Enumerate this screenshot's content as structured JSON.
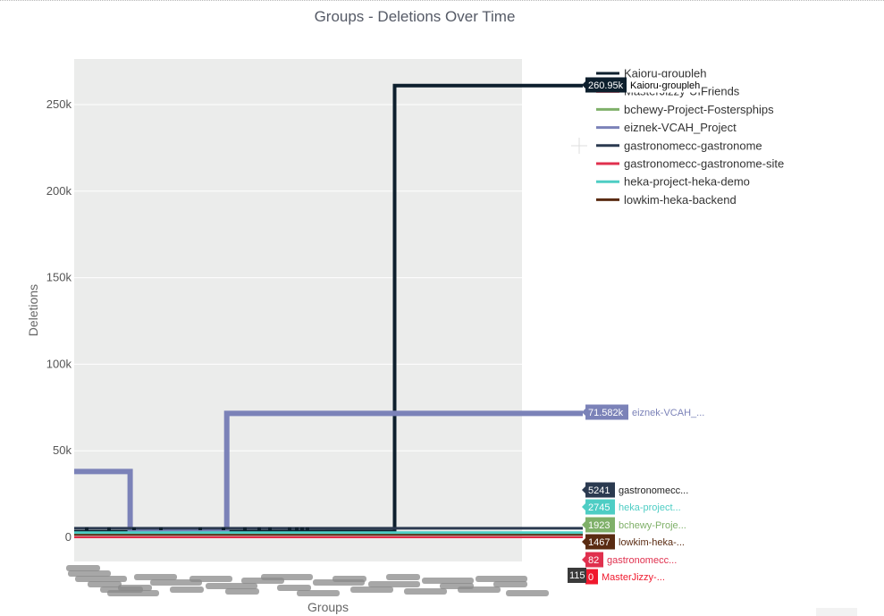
{
  "chart_data": {
    "type": "line",
    "title": "Groups - Deletions Over Time",
    "xlabel": "Groups",
    "ylabel": "Deletions",
    "ylim": [
      -8000,
      275000
    ],
    "yticks": [
      {
        "value": 0,
        "label": "0"
      },
      {
        "value": 50000,
        "label": "50k"
      },
      {
        "value": 100000,
        "label": "100k"
      },
      {
        "value": 150000,
        "label": "150k"
      },
      {
        "value": 200000,
        "label": "200k"
      },
      {
        "value": 250000,
        "label": "250k"
      }
    ],
    "grid": true,
    "legend_position": "top-right",
    "x_domain": [
      0,
      100
    ],
    "series": [
      {
        "name": "Kaioru-groupleh",
        "color": "#0d1f2d",
        "width": 4,
        "points": [
          [
            0,
            3200
          ],
          [
            63,
            3400
          ],
          [
            63,
            260950
          ],
          [
            100,
            260950
          ]
        ],
        "hover_value": "260.95k",
        "hover_label": "Kaioru-groupleh"
      },
      {
        "name": "MasterJizzy-UIFriends",
        "color": "#f0182d",
        "width": 2,
        "points": [
          [
            0,
            0
          ],
          [
            100,
            0
          ]
        ],
        "hover_value": "0",
        "hover_label": "MasterJizzy-..."
      },
      {
        "name": "bchewy-Project-Fostersphips",
        "color": "#7fb069",
        "width": 3,
        "points": [
          [
            0,
            1923
          ],
          [
            100,
            1923
          ]
        ],
        "hover_value": "1923",
        "hover_label": "bchewy-Proje..."
      },
      {
        "name": "eiznek-VCAH_Project",
        "color": "#7b82b8",
        "width": 6,
        "points": [
          [
            0,
            38000
          ],
          [
            11,
            38000
          ],
          [
            11,
            4200
          ],
          [
            30,
            4200
          ],
          [
            30,
            71582
          ],
          [
            100,
            71582
          ]
        ],
        "hover_value": "71.582k",
        "hover_label": "eiznek-VCAH_..."
      },
      {
        "name": "gastronomecc-gastronome",
        "color": "#2b3a50",
        "width": 3,
        "points": [
          [
            0,
            5241
          ],
          [
            100,
            5241
          ]
        ],
        "hover_value": "5241",
        "hover_label": "gastronomecc..."
      },
      {
        "name": "gastronomecc-gastronome-site",
        "color": "#e0304e",
        "width": 2,
        "points": [
          [
            0,
            82
          ],
          [
            100,
            82
          ]
        ],
        "hover_value": "82",
        "hover_label": "gastronomecc..."
      },
      {
        "name": "heka-project-heka-demo",
        "color": "#4ecdc4",
        "width": 3,
        "points": [
          [
            0,
            2745
          ],
          [
            100,
            2745
          ]
        ],
        "hover_value": "2745",
        "hover_label": "heka-project..."
      },
      {
        "name": "lowkim-heka-backend",
        "color": "#5a2b12",
        "width": 2,
        "points": [
          [
            0,
            1467
          ],
          [
            100,
            1467
          ]
        ],
        "hover_value": "1467",
        "hover_label": "lowkim-heka-..."
      }
    ],
    "extra_hover": {
      "value": "115",
      "color": "#3a3a3a"
    }
  }
}
